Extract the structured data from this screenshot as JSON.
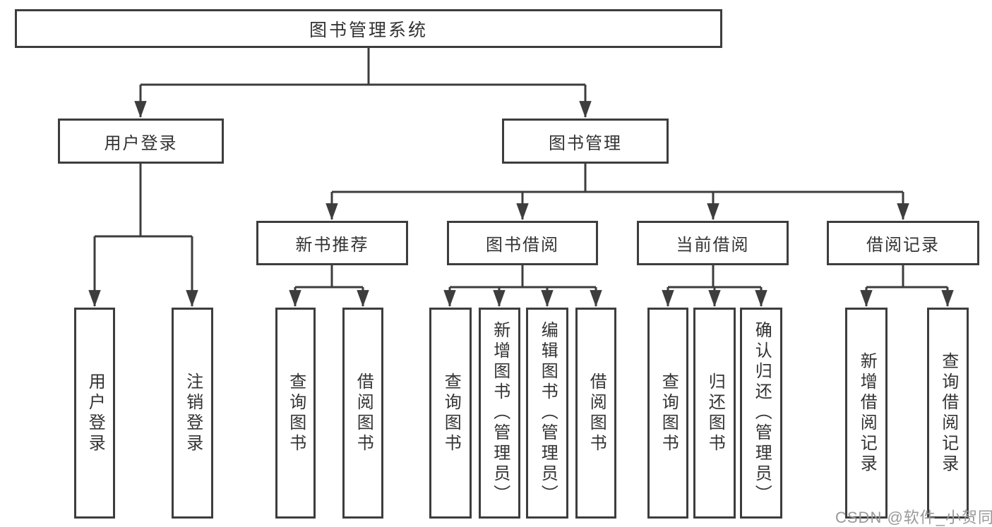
{
  "nodes": {
    "root": {
      "label": "图书管理系统"
    },
    "user_login": {
      "label": "用户登录"
    },
    "book_management": {
      "label": "图书管理"
    },
    "new_book_recommend": {
      "label": "新书推荐"
    },
    "book_borrowing": {
      "label": "图书借阅"
    },
    "current_borrowing": {
      "label": "当前借阅"
    },
    "borrowing_records": {
      "label": "借阅记录"
    },
    "leaves": {
      "user_login": "用户登录",
      "logout": "注销登录",
      "query_books_recommend": "查询图书",
      "borrow_books_recommend": "借阅图书",
      "query_books_borrowing": "查询图书",
      "add_books_admin": "新增图书（管理员）",
      "edit_books_admin": "编辑图书（管理员）",
      "borrow_books_borrowing": "借阅图书",
      "query_books_current": "查询图书",
      "return_books": "归还图书",
      "confirm_return_admin": "确认归还（管理员）",
      "add_borrow_record": "新增借阅记录",
      "query_borrow_record": "查询借阅记录"
    }
  },
  "watermark": {
    "text": "CSDN @软件_小贺同学"
  },
  "colors": {
    "line": "#3d3d3d",
    "text": "#333333",
    "watermark": "#999999",
    "background": "#ffffff"
  }
}
